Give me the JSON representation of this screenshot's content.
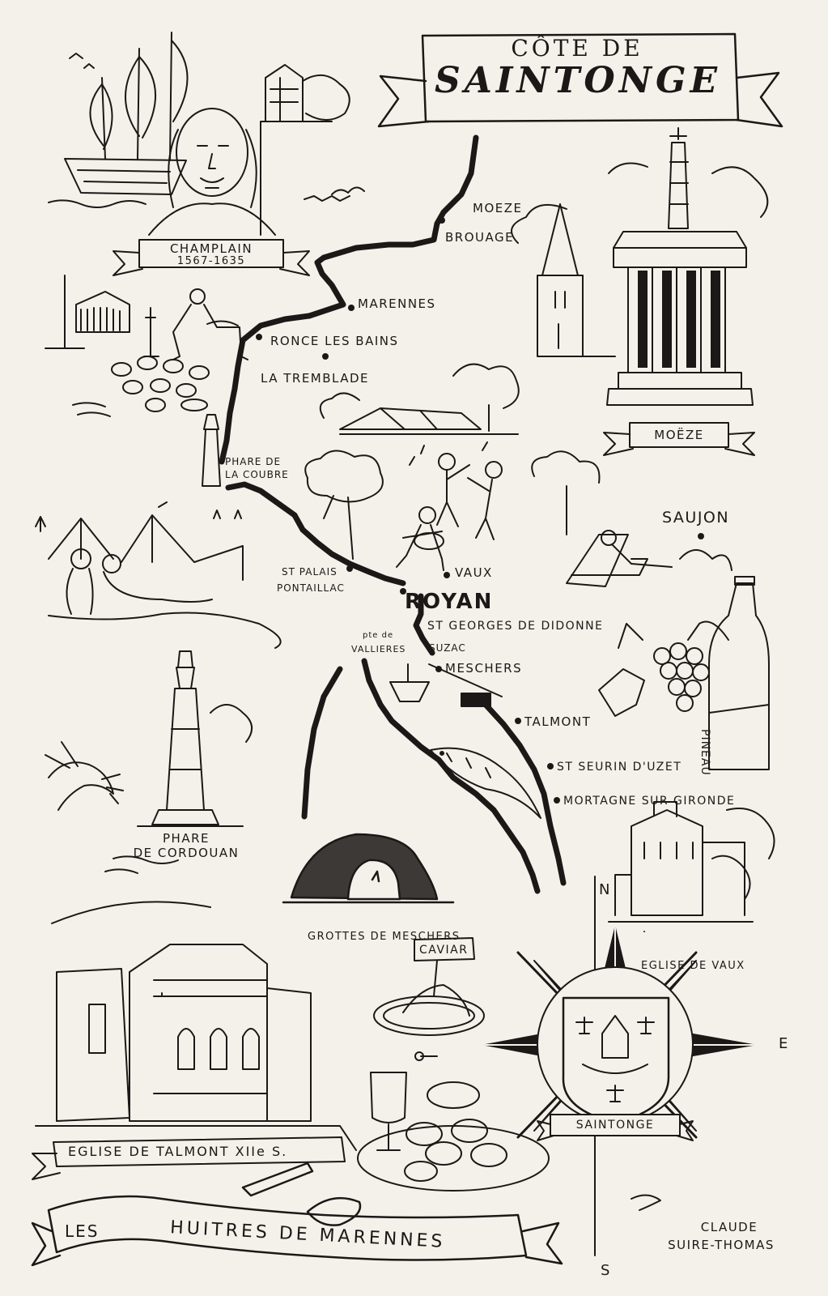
{
  "title": {
    "line1": "CÔTE DE",
    "line2": "SAINTONGE"
  },
  "places": {
    "moeze_town": "MOEZE",
    "brouage": "BROUAGE",
    "marennes": "MARENNES",
    "ronce": "RONCE LES BAINS",
    "tremblade": "LA TREMBLADE",
    "phare_coubre_1": "PHARE DE",
    "phare_coubre_2": "LA COUBRE",
    "saujon": "SAUJON",
    "st_palais": "ST PALAIS",
    "pontaillac": "PONTAILLAC",
    "vaux": "VAUX",
    "royan": "ROYAN",
    "st_georges": "ST GEORGES DE DIDONNE",
    "suzac": "SUZAC",
    "pte_vallieres_1": "pte de",
    "pte_vallieres_2": "VALLIERES",
    "meschers": "MESCHERS",
    "talmont": "TALMONT",
    "st_seurin": "ST SEURIN D'UZET",
    "mortagne": "MORTAGNE SUR GIRONDE"
  },
  "vignettes": {
    "champlain_name": "CHAMPLAIN",
    "champlain_dates": "1567-1635",
    "moeze_tower": "MOËZE",
    "phare_cordouan_1": "PHARE",
    "phare_cordouan_2": "DE CORDOUAN",
    "grottes": "GROTTES DE MESCHERS",
    "eglise_vaux": "EGLISE DE VAUX",
    "caviar": "CAVIAR",
    "pineau": "PINEAU",
    "eglise_talmont": "EGLISE DE TALMONT XIIe S.",
    "huitres_1": "LES",
    "huitres_2": "HUITRES DE MARENNES",
    "shield": "SAINTONGE"
  },
  "compass": {
    "n": "N",
    "e": "E",
    "s": "S"
  },
  "signature": {
    "line1": "CLAUDE",
    "line2": "SUIRE-THOMAS"
  }
}
